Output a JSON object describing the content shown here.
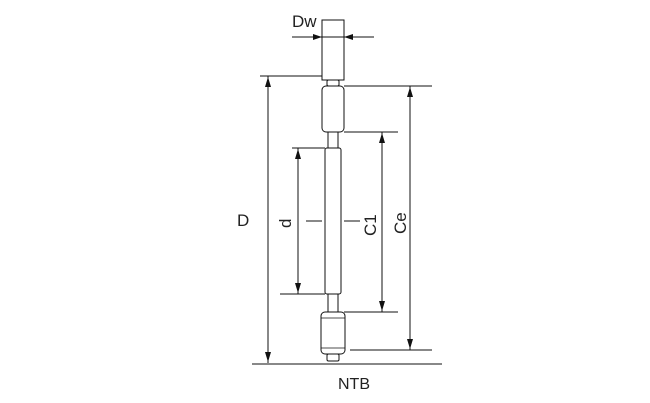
{
  "diagram": {
    "labels": {
      "dw": "Dw",
      "D": "D",
      "d": "d",
      "c1": "C1",
      "ce": "Ce"
    },
    "caption": "NTB"
  }
}
